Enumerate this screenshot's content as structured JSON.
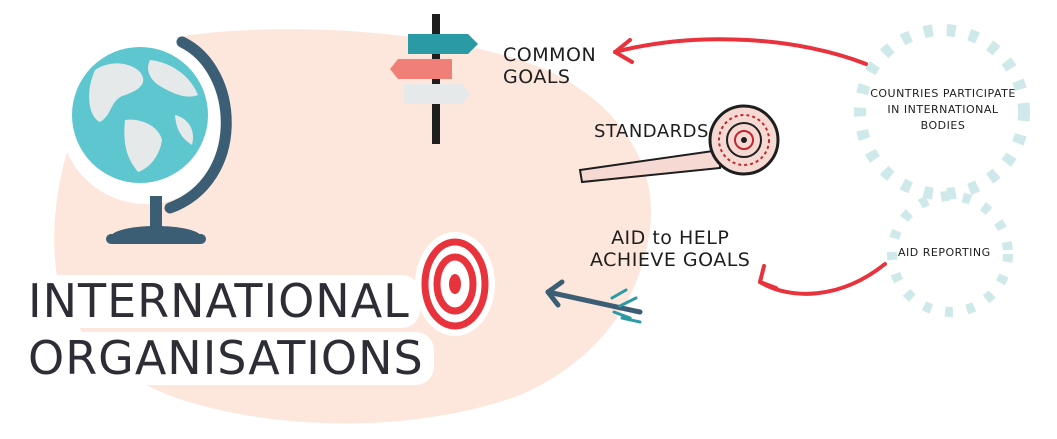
{
  "title": {
    "line1": "INTERNATIONAL",
    "line2": "ORGANISATIONS"
  },
  "items": {
    "common_goals": [
      "COMMON",
      "GOALS"
    ],
    "standards": "STANDARDS",
    "aid": [
      "AID to HELP",
      "ACHIEVE GOALS"
    ]
  },
  "sources": {
    "countries": [
      "COUNTRIES PARTICIPATE",
      "IN INTERNATIONAL",
      "BODIES"
    ],
    "aid_reporting": "AID REPORTING"
  },
  "colors": {
    "blob": "#fde6dc",
    "teal": "#5ec6cf",
    "dark_teal": "#2a7f89",
    "navy": "#3c5e74",
    "coral": "#f07f77",
    "red": "#e8323c",
    "halo": "#cfe9ea",
    "ink": "#1e1e1e"
  },
  "icons": [
    "globe-icon",
    "signpost-icon",
    "measuring-tape-icon",
    "target-icon",
    "arrow-icon"
  ]
}
